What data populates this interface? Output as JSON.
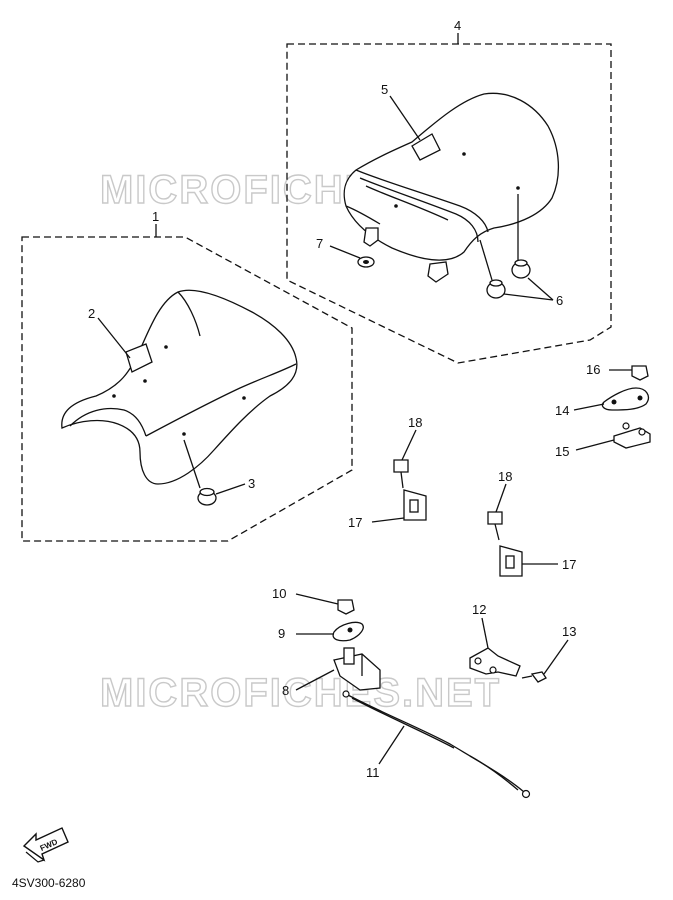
{
  "watermark": "MICROFICHES.NET",
  "diagram_code": "4SV300-6280",
  "fwd_label": "FWD",
  "callouts": {
    "c1": "1",
    "c2": "2",
    "c3": "3",
    "c4": "4",
    "c5": "5",
    "c6": "6",
    "c7": "7",
    "c8": "8",
    "c9": "9",
    "c10": "10",
    "c11": "11",
    "c12": "12",
    "c13": "13",
    "c14": "14",
    "c15": "15",
    "c16": "16",
    "c17a": "17",
    "c17b": "17",
    "c18a": "18",
    "c18b": "18"
  }
}
